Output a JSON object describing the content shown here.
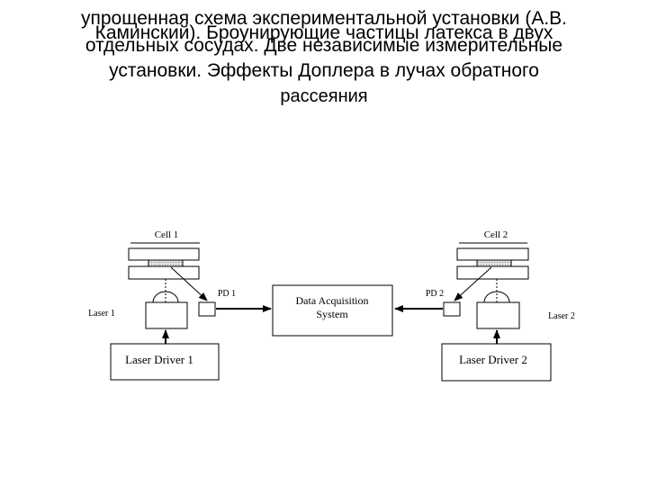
{
  "title": {
    "line1": "упрощенная схема экспериментальной установки (А.В.",
    "line2": "Каминский). Броунирующие частицы латекса в двух",
    "line3": "отдельных сосудах. Две независимые измерительные",
    "line4": "установки. Эффекты Доплера  в лучах обратного",
    "line5": "рассеяния"
  },
  "diagram": {
    "cell1_label": "Cell 1",
    "cell2_label": "Cell 2",
    "pd1_label": "PD 1",
    "pd2_label": "PD 2",
    "laser1_label": "Laser 1",
    "laser2_label": "Laser 2",
    "daq_line1": "Data Acquisition",
    "daq_line2": "System",
    "driver1_label": "Laser Driver 1",
    "driver2_label": "Laser Driver 2"
  },
  "colors": {
    "sample_fill": "#d4d4d4",
    "line": "#000000"
  }
}
